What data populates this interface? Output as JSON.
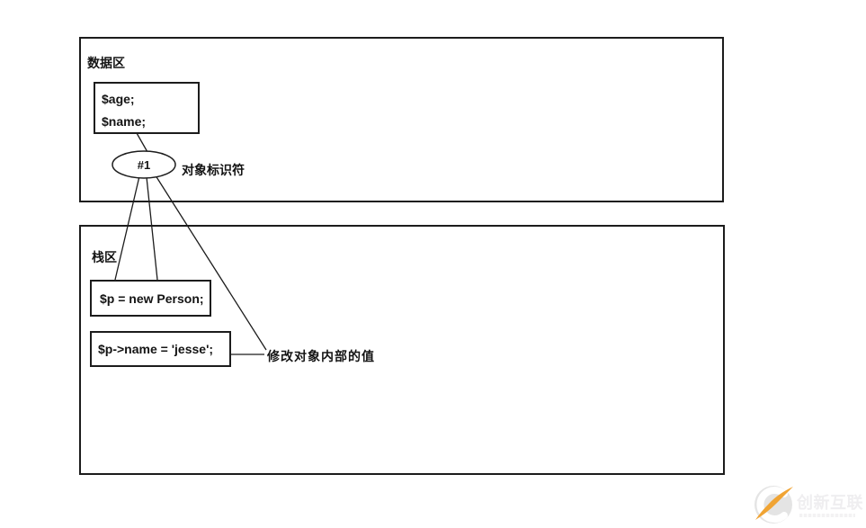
{
  "diagram": {
    "data_region": {
      "title": "数据区",
      "member_box": {
        "line1": "$age;",
        "line2": "$name;"
      },
      "identifier": {
        "label": "#1",
        "caption": "对象标识符"
      }
    },
    "stack_region": {
      "title": "栈区",
      "stmt_new": "$p = new Person;",
      "stmt_assign": "$p->name = 'jesse';",
      "annotation": "修改对象内部的值"
    }
  },
  "watermark": {
    "brand": "创新互联",
    "icon": "cx-swoosh-logo-icon",
    "colors": {
      "swoosh_orange": "#f0a434",
      "circle_gray": "#e4e4e4",
      "brand_text": "#efeef0",
      "line_black": "#1c1c1c"
    }
  }
}
